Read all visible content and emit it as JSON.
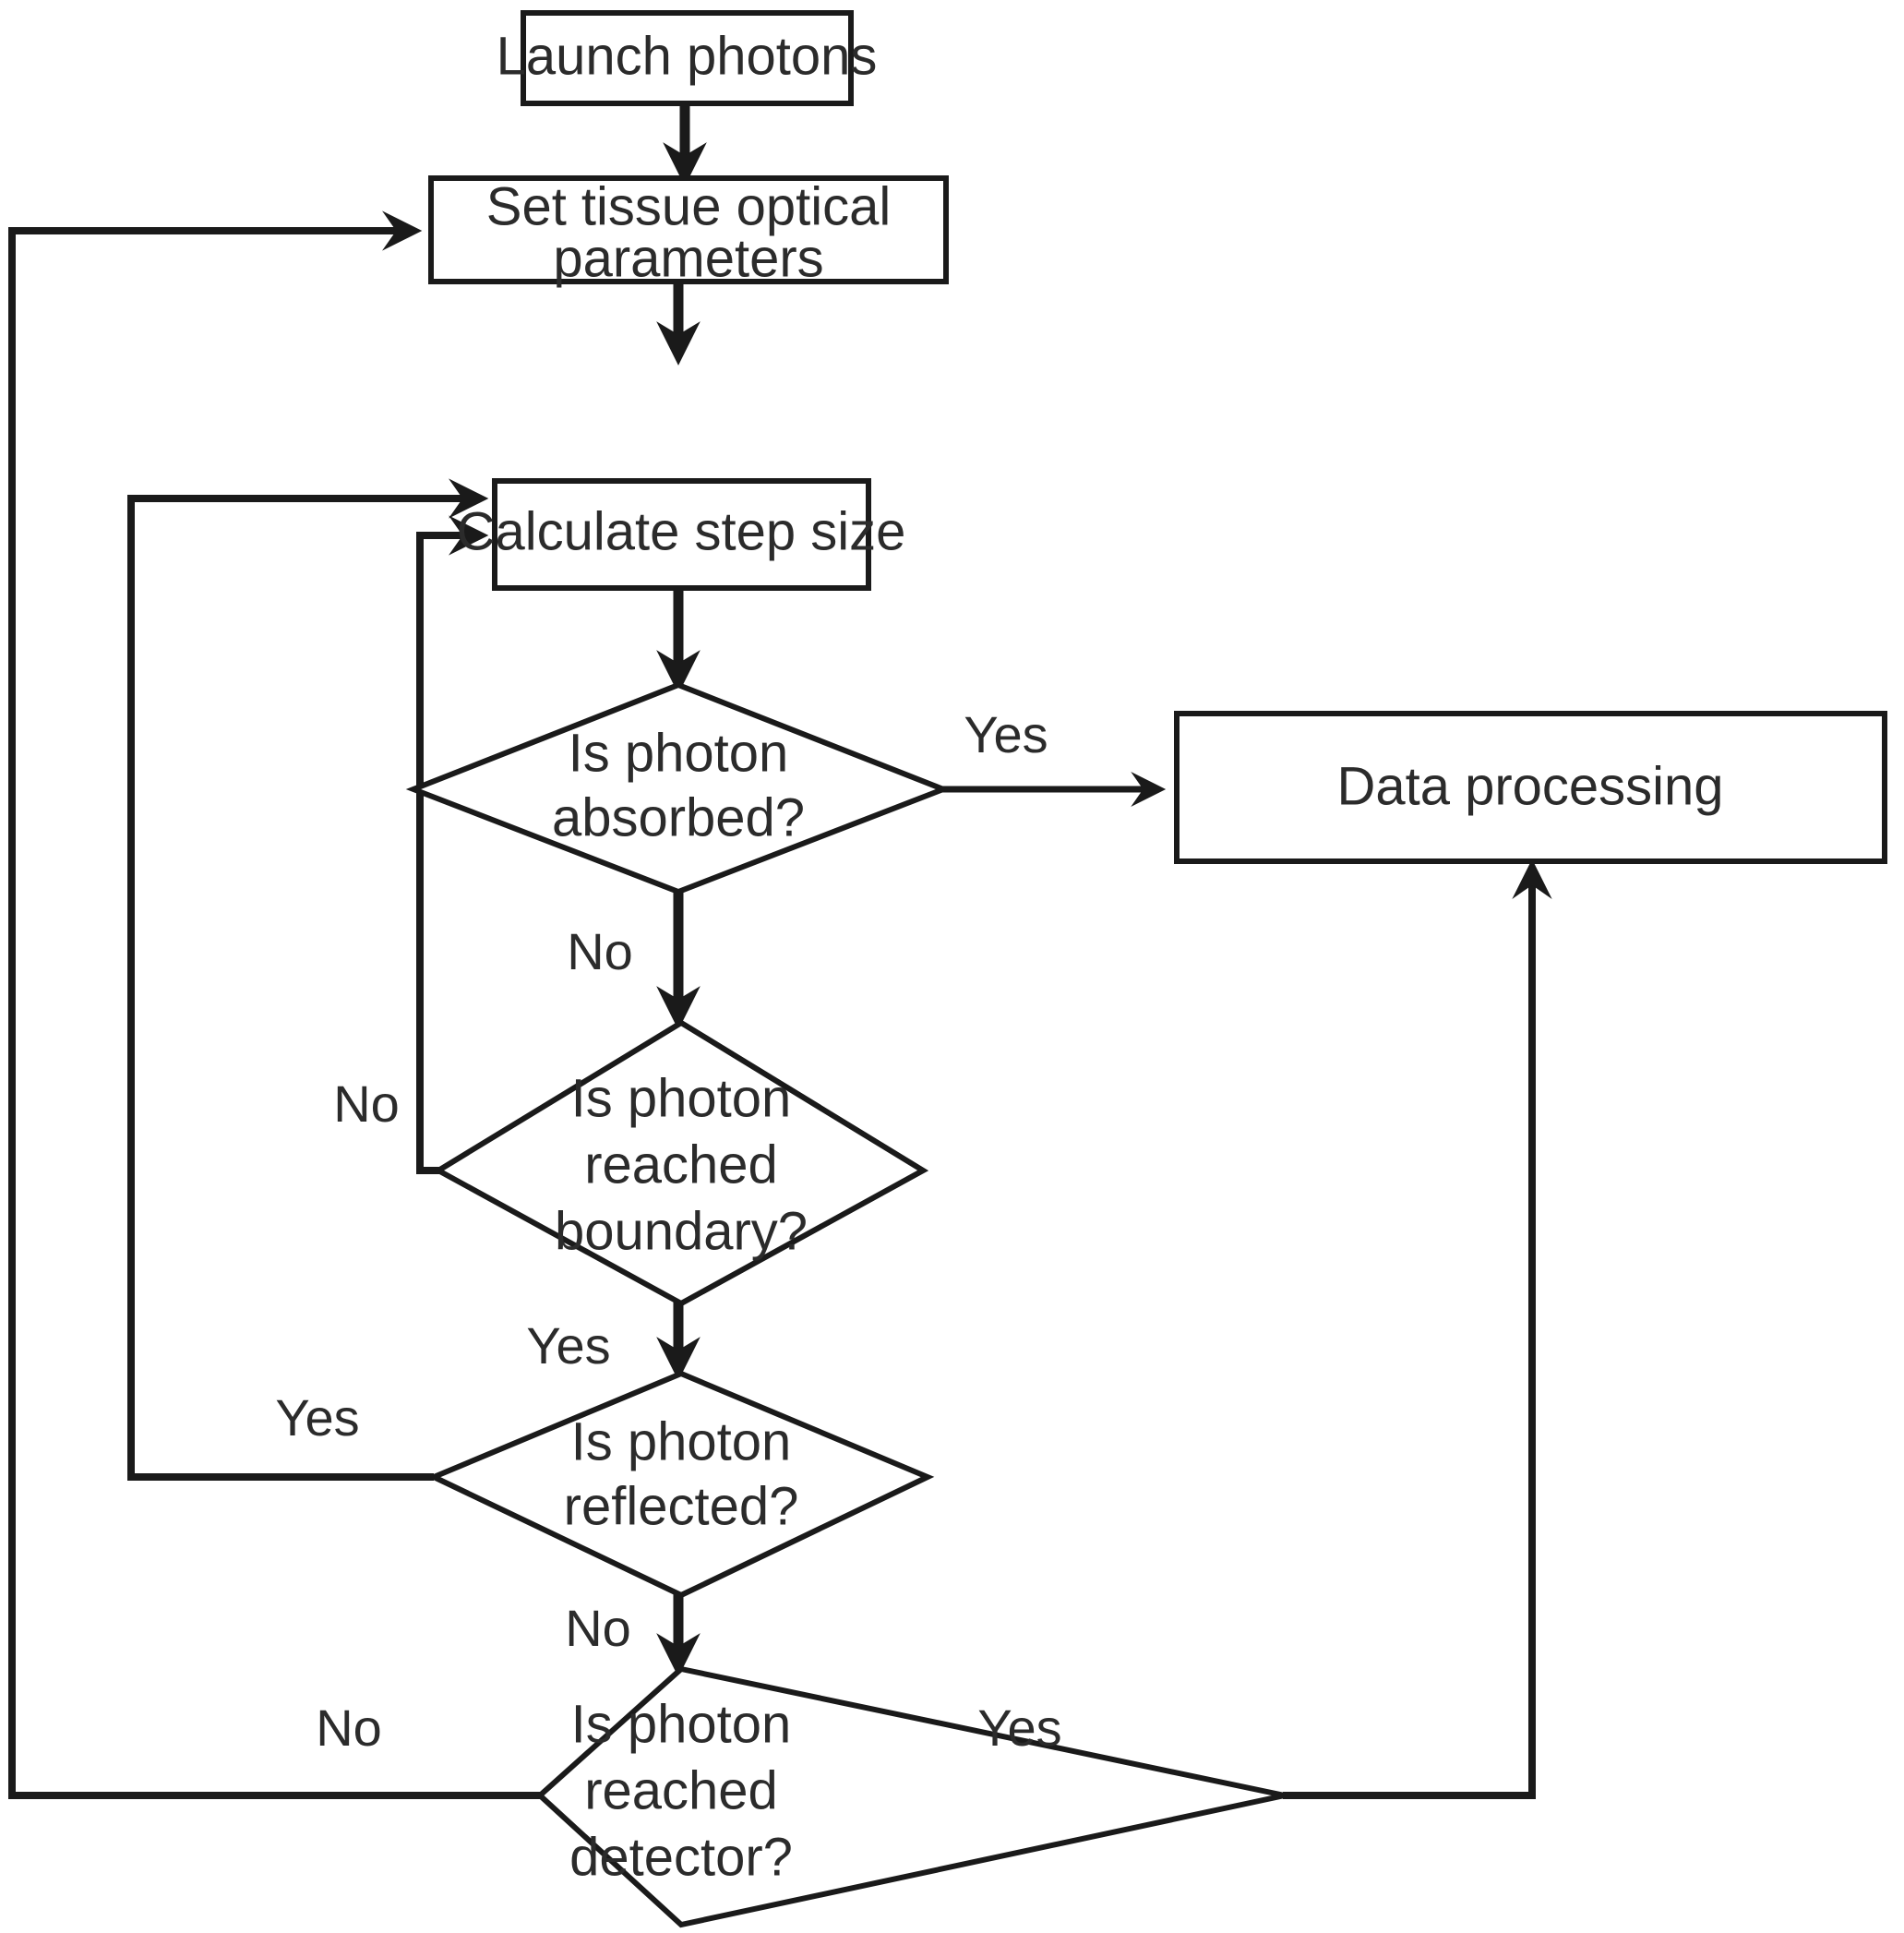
{
  "diagram": {
    "type": "flowchart",
    "title": "Monte Carlo photon transport simulation flowchart",
    "colors": {
      "stroke": "#1a1a1a",
      "text": "#2b2b2b",
      "node_fill": "#ffffff",
      "background": "#ffffff"
    },
    "nodes": [
      {
        "id": "launch",
        "shape": "rectangle",
        "label": "Launch photons"
      },
      {
        "id": "set",
        "shape": "rectangle",
        "label_line1": "Set tissue optical",
        "label_line2": "parameters"
      },
      {
        "id": "calc",
        "shape": "rectangle",
        "label": "Calculate step size"
      },
      {
        "id": "absorbed",
        "shape": "diamond",
        "label_line1": "Is photon",
        "label_line2": "absorbed?"
      },
      {
        "id": "boundary",
        "shape": "diamond",
        "label_line1": "Is photon",
        "label_line2": "reached",
        "label_line3": "boundary?"
      },
      {
        "id": "reflected",
        "shape": "diamond",
        "label_line1": "Is photon",
        "label_line2": "reflected?"
      },
      {
        "id": "detector",
        "shape": "diamond",
        "label_line1": "Is photon",
        "label_line2": "reached",
        "label_line3": "detector?"
      },
      {
        "id": "dataproc",
        "shape": "rectangle",
        "label": "Data processing"
      }
    ],
    "edges": [
      {
        "id": "launch-to-set",
        "from": "launch",
        "to": "set",
        "label": ""
      },
      {
        "id": "set-to-calc",
        "from": "set",
        "to": "calc",
        "label": ""
      },
      {
        "id": "calc-to-absorbed",
        "from": "calc",
        "to": "absorbed",
        "label": ""
      },
      {
        "id": "absorbed-yes-dataproc",
        "from": "absorbed",
        "to": "dataproc",
        "label": "Yes"
      },
      {
        "id": "absorbed-no-boundary",
        "from": "absorbed",
        "to": "boundary",
        "label": "No"
      },
      {
        "id": "boundary-no-calc",
        "from": "boundary",
        "to": "calc",
        "label": "No"
      },
      {
        "id": "boundary-yes-reflected",
        "from": "boundary",
        "to": "reflected",
        "label": "Yes"
      },
      {
        "id": "reflected-yes-calc",
        "from": "reflected",
        "to": "calc",
        "label": "Yes"
      },
      {
        "id": "reflected-no-detector",
        "from": "reflected",
        "to": "detector",
        "label": "No"
      },
      {
        "id": "detector-no-set",
        "from": "detector",
        "to": "set",
        "label": "No"
      },
      {
        "id": "detector-yes-dataproc",
        "from": "detector",
        "to": "dataproc",
        "label": "Yes"
      }
    ]
  }
}
